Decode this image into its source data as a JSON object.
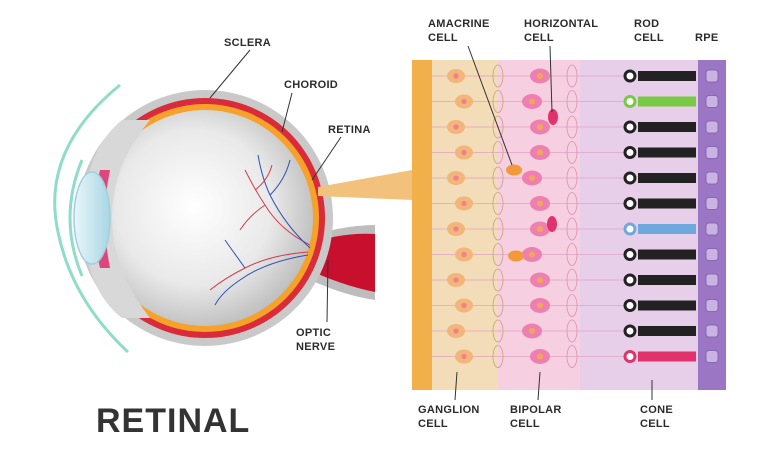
{
  "title": "RETINAL",
  "labels": {
    "sclera": "SCLERA",
    "choroid": "CHOROID",
    "retina": "RETINA",
    "optic_nerve_1": "OPTIC",
    "optic_nerve_2": "NERVE",
    "amacrine_1": "AMACRINE",
    "amacrine_2": "CELL",
    "horizontal_1": "HORIZONTAL",
    "horizontal_2": "CELL",
    "rod_1": "ROD",
    "rod_2": "CELL",
    "rpe": "RPE",
    "ganglion_1": "GANGLION",
    "ganglion_2": "CELL",
    "bipolar_1": "BIPOLAR",
    "bipolar_2": "CELL",
    "cone_1": "CONE",
    "cone_2": "CELL"
  },
  "colors": {
    "sclera": "#c9c9c9",
    "choroid": "#d92b3a",
    "retina_layer": "#f5a12a",
    "iris": "#e0457a",
    "lens": "#bfe3ee",
    "outline": "#8fdcc9",
    "nerve": "#c8102e",
    "ganglion_bg": "#f3dcb8",
    "bipolar_bg": "#f6cfe0",
    "photoreceptor_bg": "#e7cfe9",
    "rpe": "#9b76c4",
    "ganglion_cell": "#f2b57a",
    "bipolar_cell": "#ee7fb1",
    "rod_cell": "#222222",
    "cone_green": "#78c943",
    "cone_blue": "#6fa8dc",
    "cone_red": "#e0336b"
  },
  "photoreceptors": [
    "rod",
    "cone_green",
    "rod",
    "rod",
    "rod",
    "rod",
    "cone_blue",
    "rod",
    "rod",
    "rod",
    "rod",
    "cone_red"
  ]
}
